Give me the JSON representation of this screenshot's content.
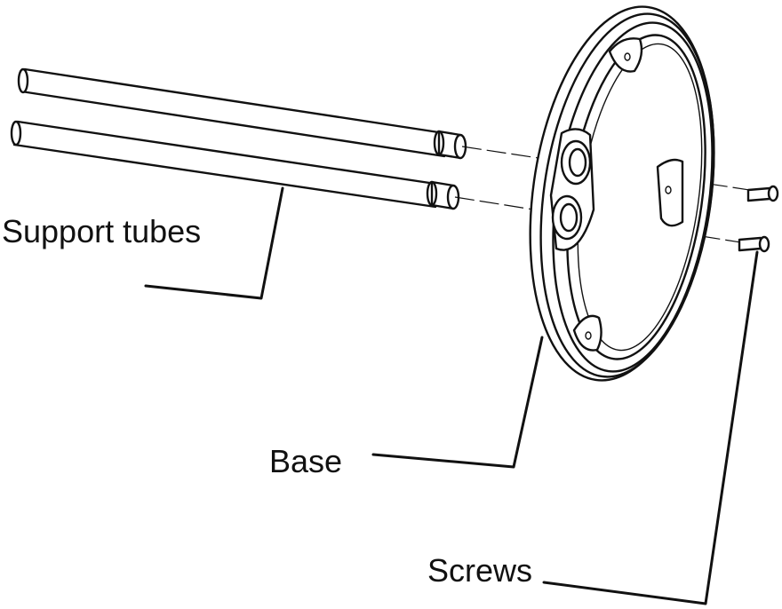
{
  "labels": {
    "support_tubes": "Support tubes",
    "base": "Base",
    "screws": "Screws"
  }
}
